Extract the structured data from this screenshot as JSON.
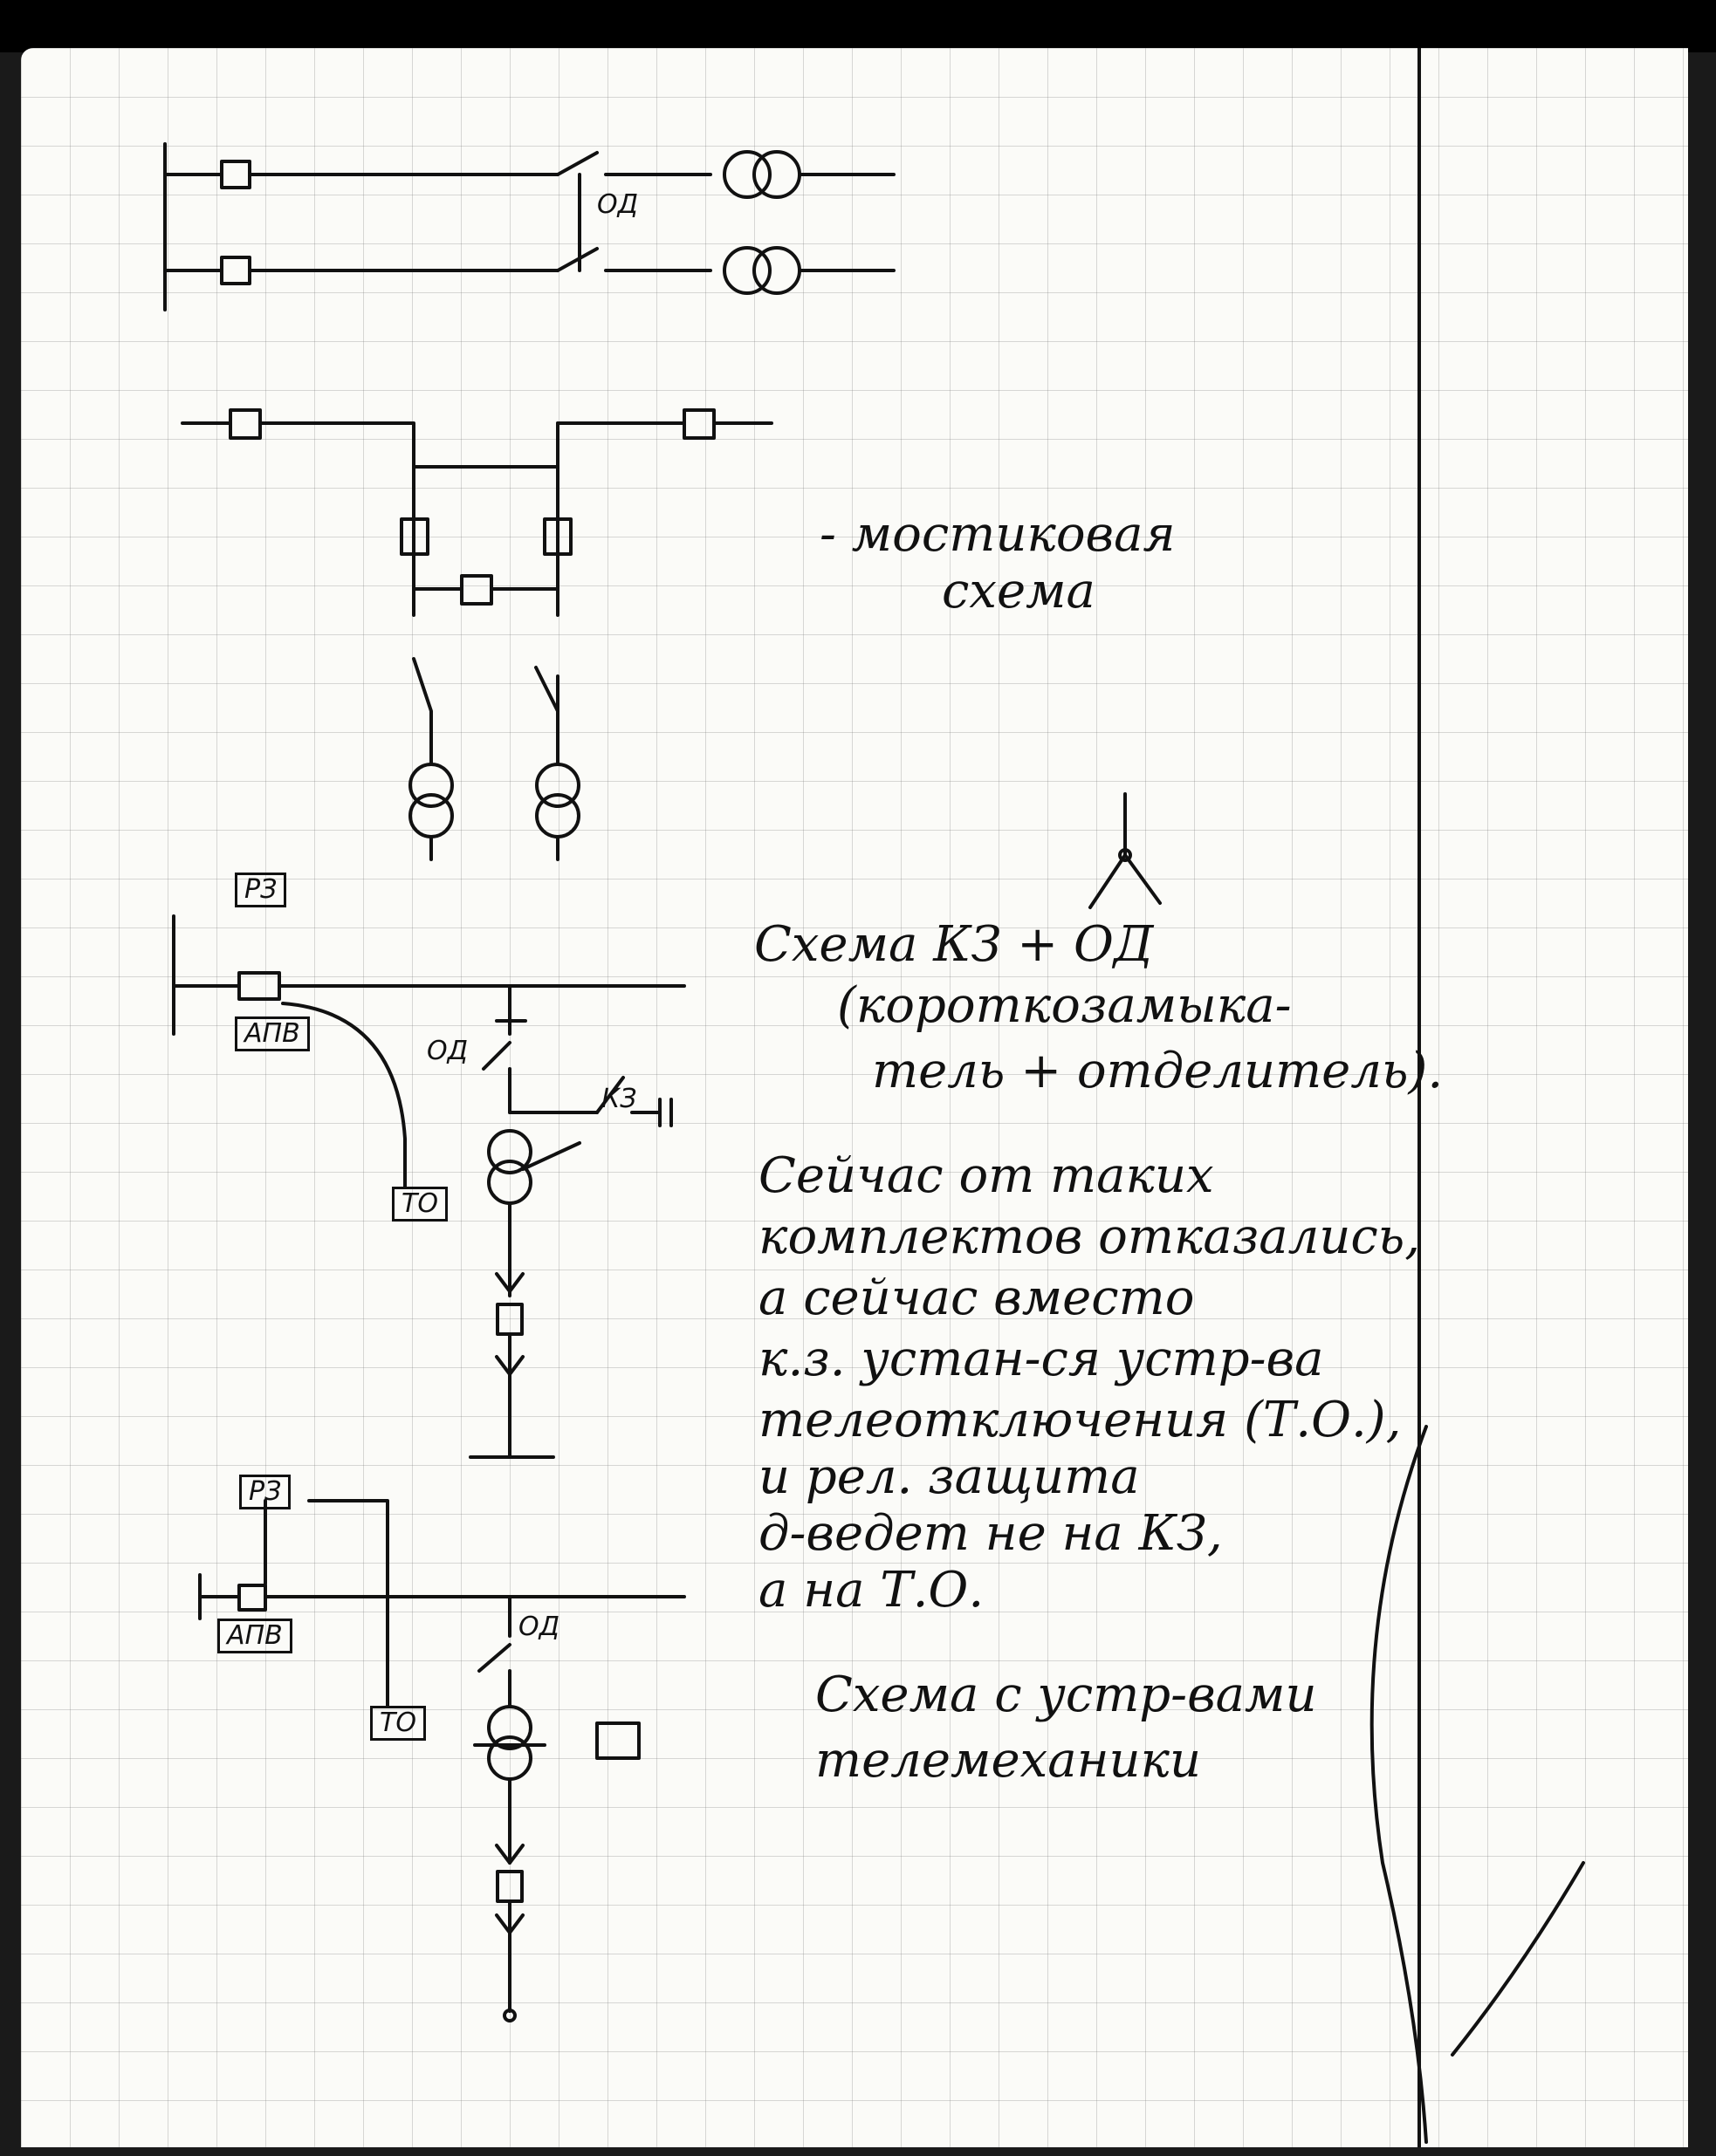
{
  "notes": {
    "bridge_scheme": "- мостиковая",
    "bridge_scheme_2": "схема",
    "kz_scheme_title": "Схема КЗ + ОД",
    "kz_paren_1": "(короткозамыка-",
    "kz_paren_2": "тель + отделитель).",
    "body_lines": [
      "Сейчас от таких",
      "комплектов отказались,",
      "а сейчас вместо",
      "к.з. устан-ся устр-ва",
      "телеотключения (Т.О.),",
      "и рел. защита",
      "д-ведет не на КЗ,",
      "а на Т.О."
    ],
    "tm_line_1": "Схема с устр-вами",
    "tm_line_2": "телемеханики"
  },
  "labels": {
    "od_top": "ОД",
    "rz_1": "РЗ",
    "apv_1": "АПВ",
    "od_mid": "ОД",
    "kz": "КЗ",
    "to_1": "ТО",
    "rz_2": "РЗ",
    "apv_2": "АПВ",
    "od_bottom": "ОД",
    "to_2": "ТО"
  }
}
